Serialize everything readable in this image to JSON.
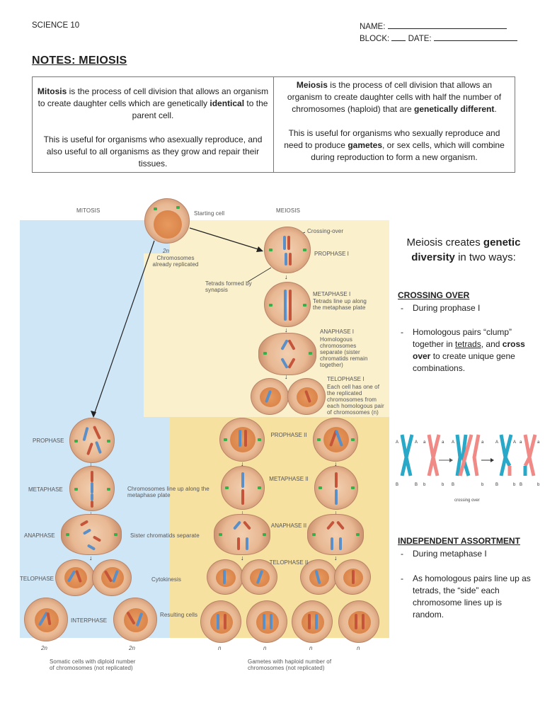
{
  "header": {
    "course": "SCIENCE 10",
    "name_label": "NAME:",
    "block_label": "BLOCK:",
    "date_label": "DATE:"
  },
  "title": "NOTES: MEIOSIS",
  "comparison": {
    "mitosis": {
      "p1_bold1": "Mitosis",
      "p1_text1": " is the process of cell division that allows an organism to create daughter cells which are genetically ",
      "p1_bold2": "identical",
      "p1_text2": " to the parent cell.",
      "p2": "This is useful for organisms who asexually reproduce, and also useful to all organisms as they grow and repair their tissues."
    },
    "meiosis": {
      "p1_bold1": "Meiosis",
      "p1_text1": " is the process of cell division that allows an organism to create daughter cells with half the number of chromosomes (haploid) that are ",
      "p1_bold2": "genetically different",
      "p1_text2": ".",
      "p2_text1": "This is useful for organisms who sexually reproduce and need to produce ",
      "p2_bold": "gametes",
      "p2_text2": ", or sex cells, which will combine during reproduction to form a new organism."
    }
  },
  "diagram": {
    "colors": {
      "mitosis_bg": "#cfe6f7",
      "meiosis_bg": "#faf0cc",
      "meiosis2_bg": "#f7e1a0"
    },
    "mitosis_title": "MITOSIS",
    "meiosis_title": "MEIOSIS",
    "starting_cell": "Starting cell",
    "two_n": "2n",
    "n": "n",
    "replicated_note": "Chromosomes already replicated",
    "crossing_over": "Crossing-over",
    "tetrads_note": "Tetrads formed by synapsis",
    "meiosis1": {
      "prophase": "PROPHASE I",
      "metaphase": "METAPHASE I",
      "metaphase_desc": "Tetrads line up along the metaphase plate",
      "anaphase": "ANAPHASE I",
      "anaphase_desc": "Homologous chromosomes separate (sister chromatids remain together)",
      "telophase": "TELOPHASE I",
      "telophase_desc": "Each cell has one of the replicated chromosomes from each homologous pair of chromosomes (n)"
    },
    "meiosis2": {
      "prophase": "PROPHASE II",
      "metaphase": "METAPHASE II",
      "anaphase": "ANAPHASE II",
      "telophase": "TELOPHASE II"
    },
    "mitosis": {
      "prophase": "PROPHASE",
      "metaphase": "METAPHASE",
      "metaphase_desc": "Chromosomes line up along the metaphase plate",
      "anaphase": "ANAPHASE",
      "anaphase_desc": "Sister chromatids separate",
      "telophase": "TELOPHASE",
      "telophase_desc": "Cytokinesis",
      "interphase": "INTERPHASE"
    },
    "resulting_cells": "Resulting cells",
    "somatic_caption": "Somatic cells with diploid number of chromosomes (not replicated)",
    "gametes_caption": "Gametes with haploid number of chromosomes (not replicated)"
  },
  "sidebar": {
    "heading_text1": "Meiosis creates ",
    "heading_bold": "genetic diversity",
    "heading_text2": " in two ways:",
    "crossing_over": {
      "heading": "CROSSING OVER",
      "b1": "During prophase I",
      "b2_text1": "Homologous pairs “clump” together in ",
      "b2_underline": "tetrads",
      "b2_text2": ", and ",
      "b2_bold": "cross over",
      "b2_text3": " to create unique gene combinations."
    },
    "figure": {
      "labels": {
        "A": "A",
        "a": "a",
        "B": "B",
        "b": "b"
      },
      "caption": "crossing over",
      "colors": {
        "blue": "#29a8c8",
        "red": "#f08a86"
      }
    },
    "independent": {
      "heading": "INDEPENDENT ASSORTMENT",
      "b1": "During metaphase I",
      "b2": "As homologous pairs line up as tetrads, the “side” each chromosome lines up is random."
    },
    "dash": "-"
  }
}
